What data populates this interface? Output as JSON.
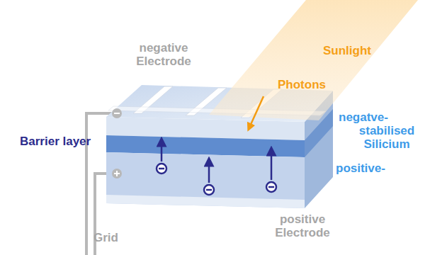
{
  "diagram": {
    "labels": [
      "negative Electrode",
      "Sunlight",
      "Photons",
      "Barrier layer",
      "negatve-",
      "stabilised Silicium",
      "positive-",
      "positive Electrode",
      "Grid"
    ]
  }
}
